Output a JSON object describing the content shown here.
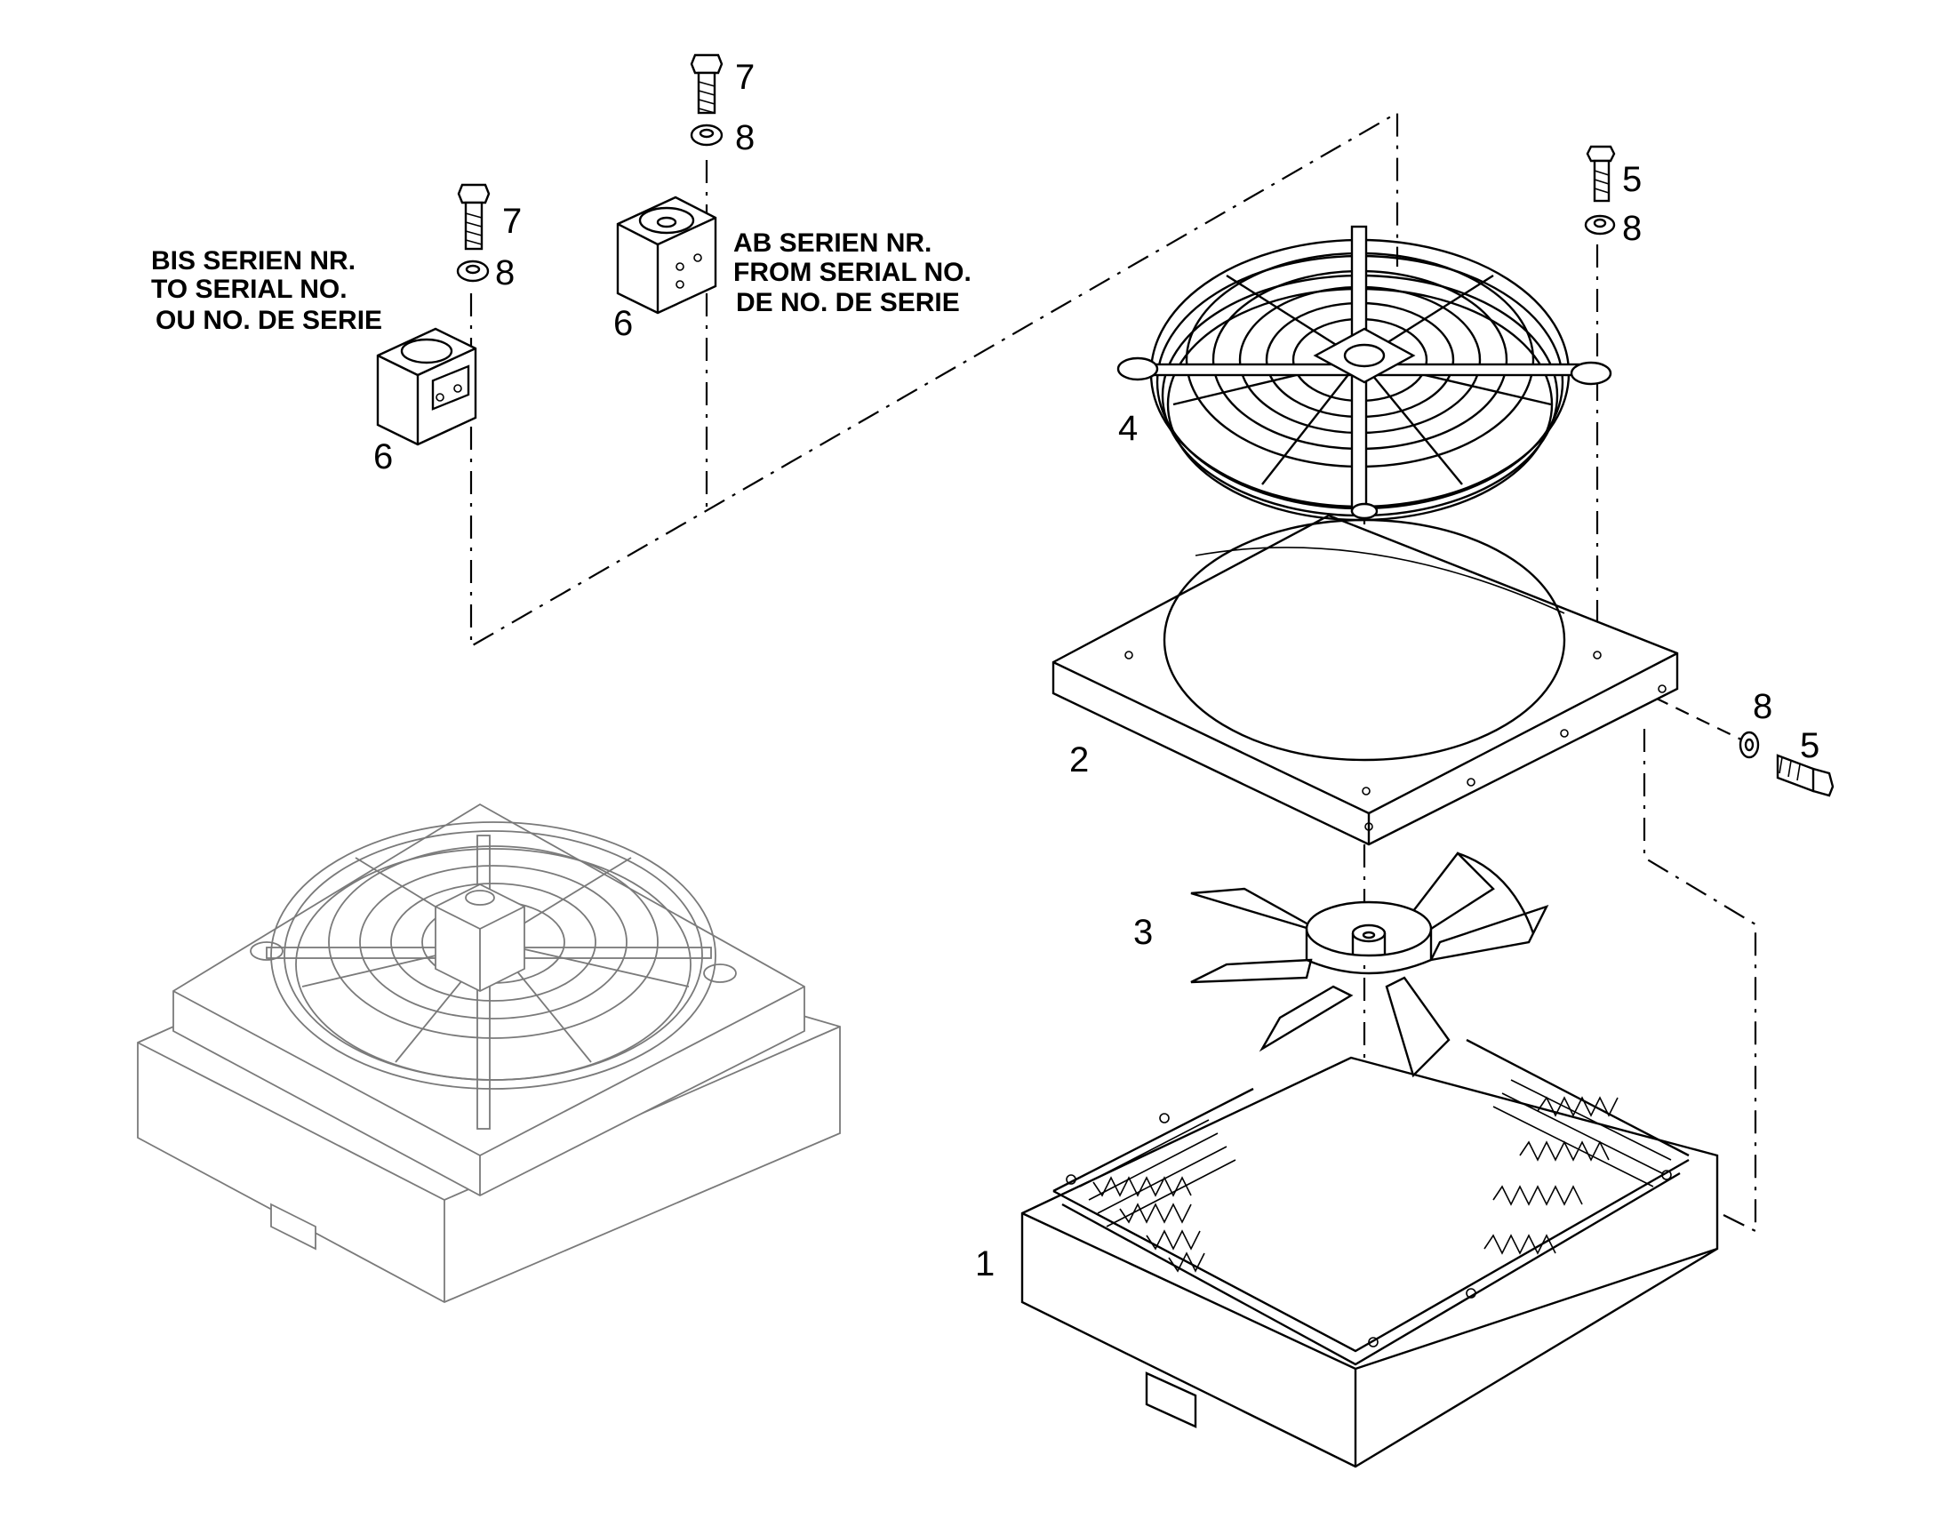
{
  "diagram": {
    "callouts": {
      "radiator": "1",
      "fan_shroud": "2",
      "fan_blade": "3",
      "fan_guard": "4",
      "bolt_guard": "5",
      "washer_guard": "8",
      "washer_side": "8",
      "bolt_side": "5",
      "motor_old": "6",
      "bolt_old": "7",
      "washer_old": "8",
      "motor_new": "6",
      "bolt_new": "7",
      "washer_new": "8"
    },
    "notes": {
      "to_serial": [
        "BIS SERIEN NR.",
        "TO SERIAL NO.",
        "OU NO. DE SERIE"
      ],
      "from_serial": [
        "AB SERIEN NR.",
        "FROM SERIAL NO.",
        "DE NO. DE SERIE"
      ]
    }
  }
}
